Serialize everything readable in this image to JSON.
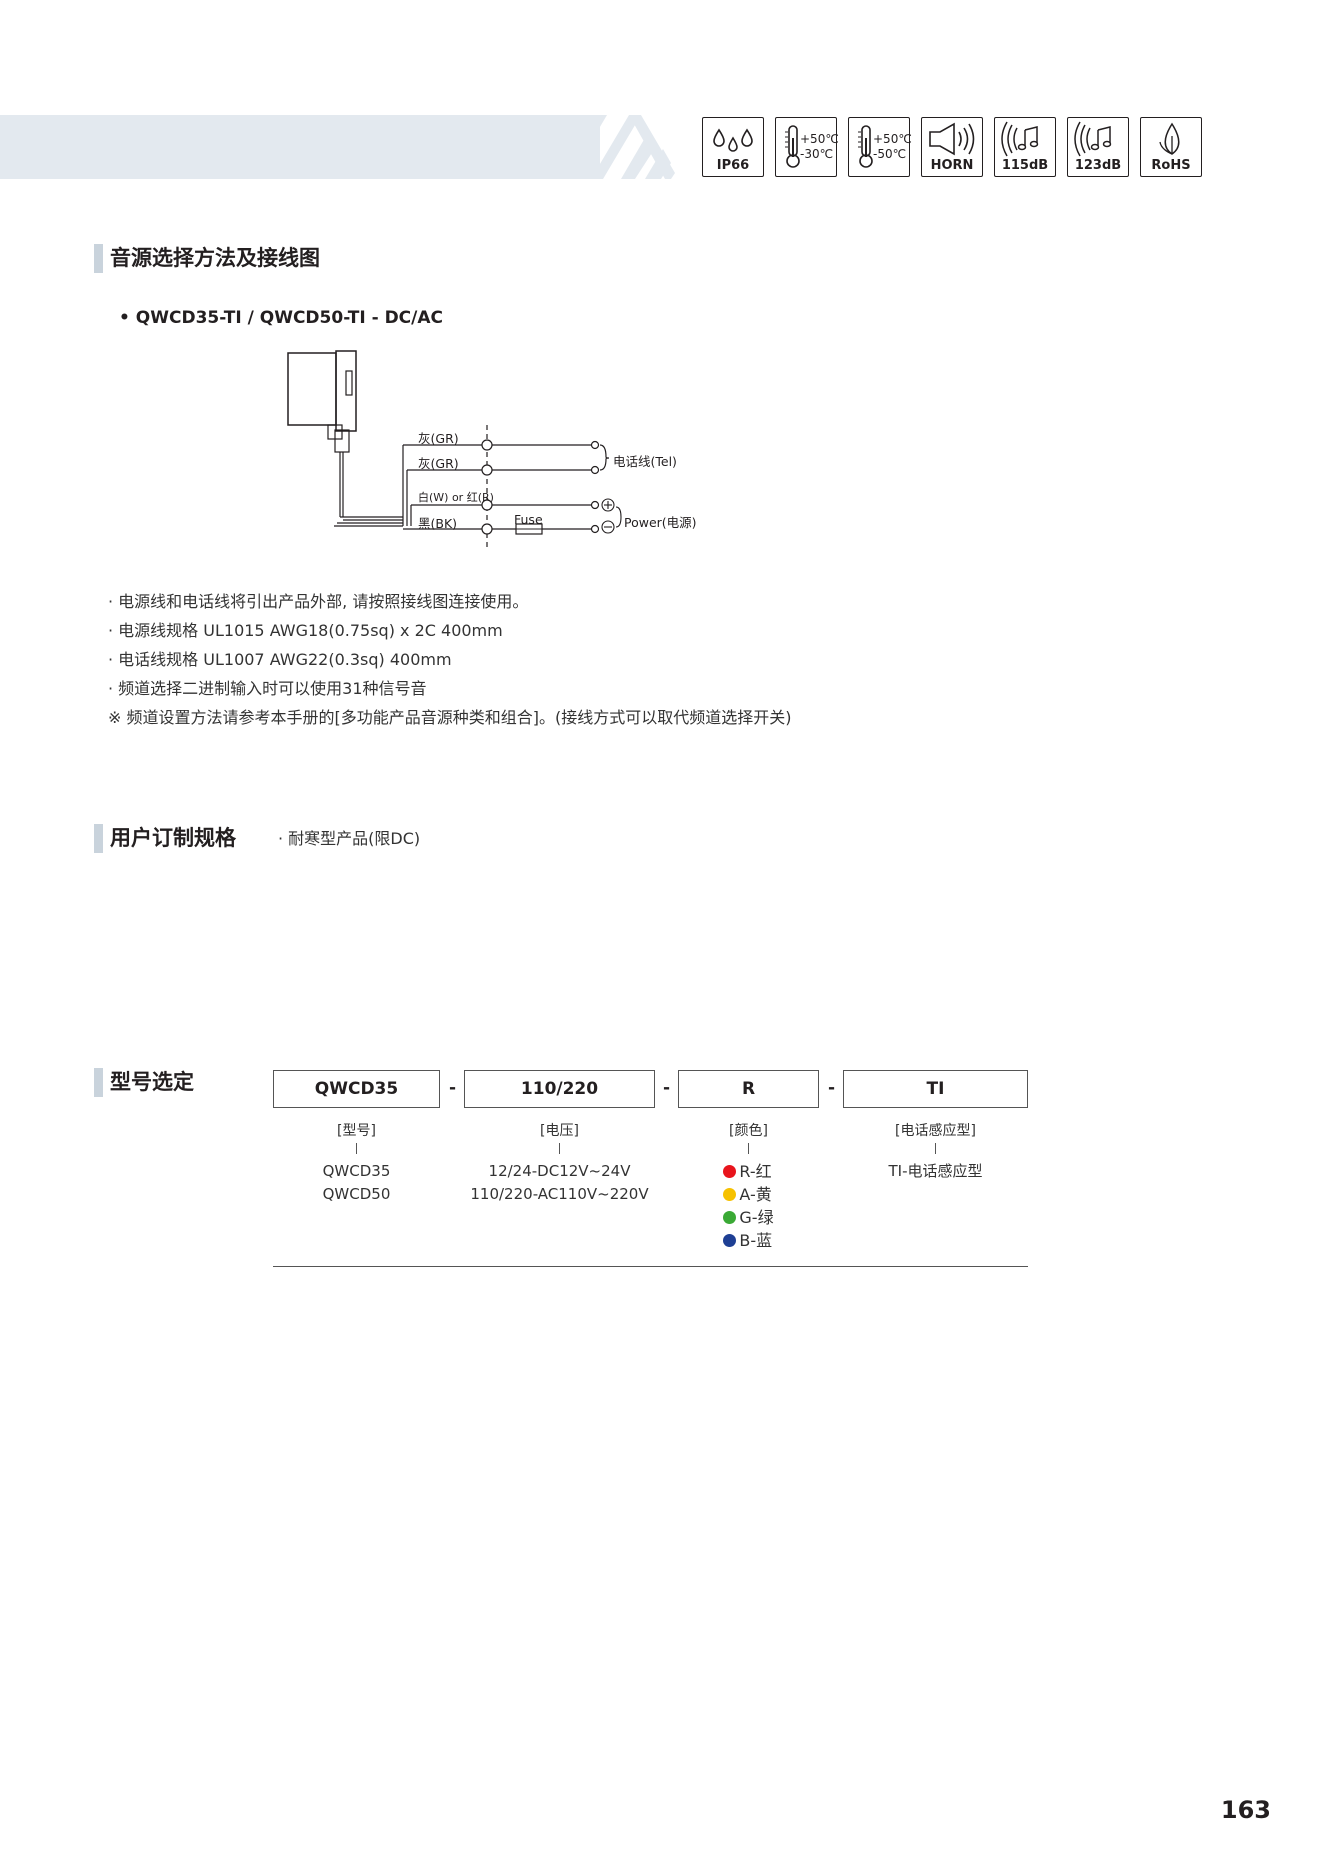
{
  "badges": [
    {
      "name": "ip66",
      "label": "IP66"
    },
    {
      "name": "temp-1",
      "temp_high": "+50℃",
      "temp_low": "-30℃"
    },
    {
      "name": "temp-2",
      "temp_high": "+50℃",
      "temp_low": "-50℃"
    },
    {
      "name": "horn",
      "label": "HORN"
    },
    {
      "name": "115db",
      "label": "115dB"
    },
    {
      "name": "123db",
      "label": "123dB"
    },
    {
      "name": "rohs",
      "label": "RoHS"
    }
  ],
  "section1": {
    "title": "音源选择方法及接线图",
    "subtitle": "• QWCD35-TI / QWCD50-TI - DC/AC",
    "diagram": {
      "wire1": "灰(GR)",
      "wire2": "灰(GR)",
      "wire3": "白(W) or 红(R)",
      "wire4": "黑(BK)",
      "fuse": "Fuse",
      "tel": "电话线(Tel)",
      "power": "Power(电源)"
    },
    "notes": [
      "· 电源线和电话线将引出产品外部, 请按照接线图连接使用。",
      "· 电源线规格 UL1015 AWG18(0.75sq) x 2C 400mm",
      "· 电话线规格 UL1007 AWG22(0.3sq) 400mm",
      "· 频道选择二进制输入时可以使用31种信号音",
      "※ 频道设置方法请参考本手册的[多功能产品音源种类和组合]。(接线方式可以取代频道选择开关)"
    ]
  },
  "section2": {
    "title": "用户订制规格",
    "note": "· 耐寒型产品(限DC)"
  },
  "section3": {
    "title": "型号选定",
    "codes": [
      "QWCD35",
      "110/220",
      "R",
      "TI"
    ],
    "separator": "-",
    "columns": [
      {
        "category": "[型号]",
        "options": [
          "QWCD35",
          "QWCD50"
        ]
      },
      {
        "category": "[电压]",
        "options": [
          "12/24-DC12V~24V",
          "110/220-AC110V~220V"
        ]
      },
      {
        "category": "[颜色]",
        "options": [
          "R-红",
          "A-黄",
          "G-绿",
          "B-蓝"
        ]
      },
      {
        "category": "[电话感应型]",
        "options": [
          "TI-电话感应型"
        ]
      }
    ],
    "color_dots": [
      "#e8141c",
      "#f6c100",
      "#3aa935",
      "#1e3f94"
    ]
  },
  "page_number": "163"
}
